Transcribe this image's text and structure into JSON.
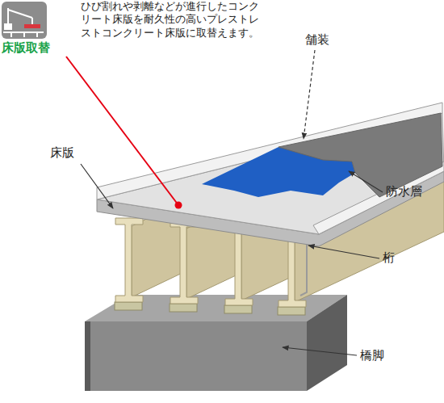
{
  "diagram": {
    "title": "床版取替",
    "labels": [
      "ひび割れや剥離などが進行したコンクリート床版を耐久性の高いプレストレストコンクリート床版に取替えます。",
      "舗装",
      "床版",
      "防水層",
      "桁",
      "橋脚"
    ]
  }
}
